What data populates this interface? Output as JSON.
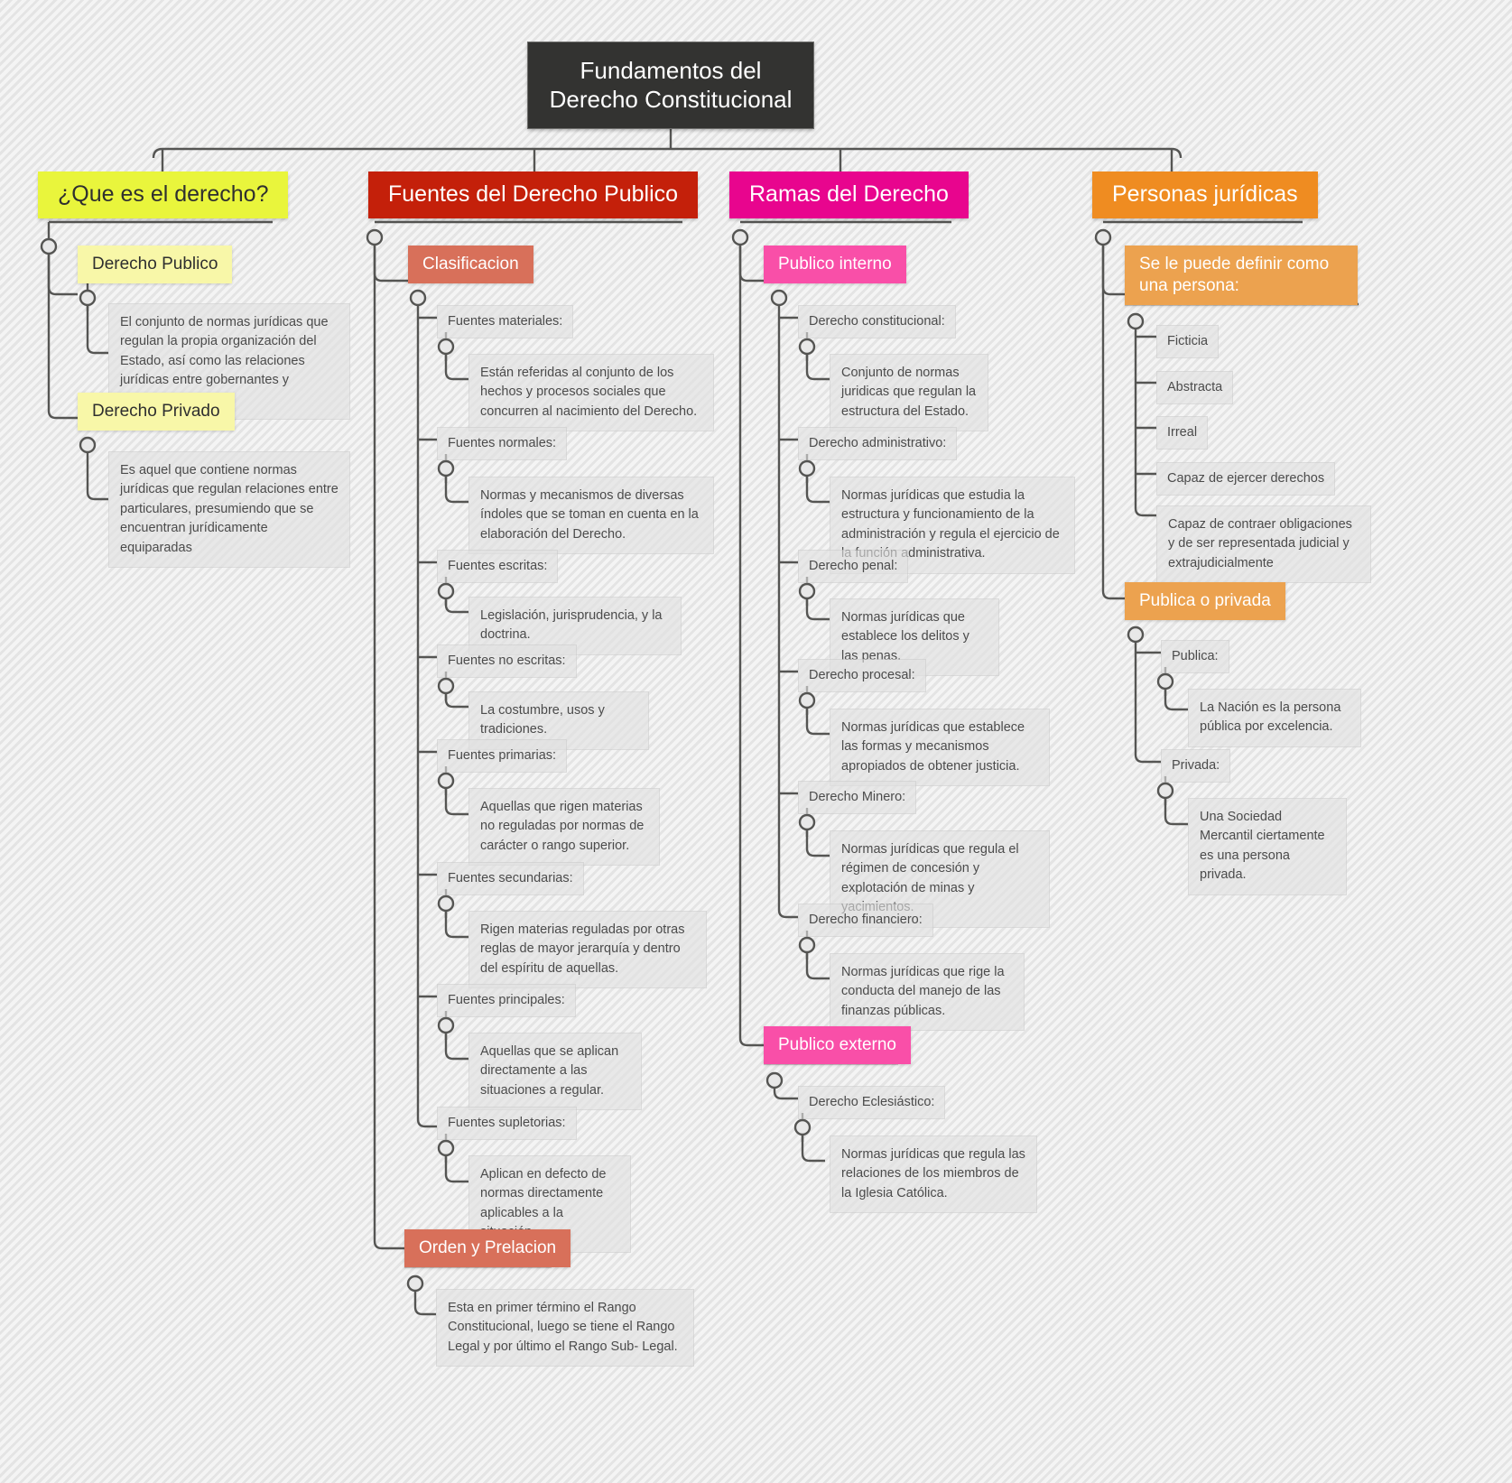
{
  "meta": {
    "title": "Fundamentos del Derecho Constitucional",
    "colors": {
      "root_bg": "#333331",
      "yellow": "#e9f53c",
      "yellow_light": "#f7f5a0",
      "red": "#c4200a",
      "red_light": "#d86a54",
      "magenta": "#e8058e",
      "magenta_light": "#f94fa8",
      "orange": "#ef8c21",
      "orange_light": "#eda košice"
    }
  },
  "root": {
    "label": "Fundamentos del Derecho Constitucional"
  },
  "branches": [
    {
      "id": "que-es-el-derecho",
      "label": "¿Que es el derecho?",
      "color": "#e9f53c",
      "text_color": "dark",
      "children": [
        {
          "label": "Derecho Publico",
          "color": "#f8f7a8",
          "text_color": "dark",
          "desc": "El conjunto de normas jurídicas que regulan la propia organización del Estado, así como las relaciones jurídicas entre gobernantes y gobernados."
        },
        {
          "label": "Derecho Privado",
          "color": "#f8f7a8",
          "text_color": "dark",
          "desc": "Es aquel que contiene normas jurídicas que regulan relaciones entre particulares, presumiendo que se encuentran jurídicamente equiparadas"
        }
      ]
    },
    {
      "id": "fuentes-del-derecho-publico",
      "label": "Fuentes del Derecho Publico",
      "color": "#c4200a",
      "text_color": "light",
      "groups": [
        {
          "label": "Clasificacion",
          "color": "#d8705a",
          "items": [
            {
              "label": "Fuentes materiales:",
              "desc": "Están referidas al conjunto de los hechos y procesos sociales que concurren al nacimiento del Derecho."
            },
            {
              "label": "Fuentes normales:",
              "desc": "Normas y mecanismos de diversas índoles que se toman en cuenta en la elaboración del Derecho."
            },
            {
              "label": "Fuentes escritas:",
              "desc": "Legislación, jurisprudencia, y la doctrina."
            },
            {
              "label": "Fuentes no escritas:",
              "desc": "La costumbre, usos y tradiciones."
            },
            {
              "label": "Fuentes primarias:",
              "desc": "Aquellas que rigen materias no reguladas por normas de carácter o rango superior."
            },
            {
              "label": "Fuentes secundarias:",
              "desc": "Rigen materias reguladas por otras reglas de mayor jerarquía y dentro del espíritu de aquellas."
            },
            {
              "label": "Fuentes principales:",
              "desc": "Aquellas que se aplican directamente a las situaciones a regular."
            },
            {
              "label": "Fuentes supletorias:",
              "desc": "Aplican en defecto de normas directamente aplicables a la situación."
            }
          ]
        },
        {
          "label": "Orden y Prelacion",
          "color": "#d8705a",
          "items": [
            {
              "label": null,
              "desc": "Esta en primer término el Rango Constitucional, luego se tiene el Rango Legal y por último el Rango Sub- Legal."
            }
          ]
        }
      ]
    },
    {
      "id": "ramas-del-derecho",
      "label": "Ramas del Derecho",
      "color": "#e8058e",
      "text_color": "light",
      "groups": [
        {
          "label": "Publico interno",
          "color": "#f94fa8",
          "items": [
            {
              "label": "Derecho constitucional:",
              "desc": "Conjunto de normas juridicas que regulan la estructura del Estado."
            },
            {
              "label": "Derecho administrativo:",
              "desc": "Normas jurídicas que estudia la estructura y funcionamiento de la administración y regula el ejercicio de la función administrativa."
            },
            {
              "label": "Derecho penal:",
              "desc": "Normas jurídicas que establece los delitos y las penas."
            },
            {
              "label": "Derecho procesal:",
              "desc": "Normas jurídicas que establece las formas y mecanismos apropiados de obtener justicia."
            },
            {
              "label": "Derecho Minero:",
              "desc": "Normas jurídicas que regula el régimen de concesión y explotación de minas y yacimientos."
            },
            {
              "label": "Derecho financiero:",
              "desc": "Normas jurídicas que rige la conducta del manejo de las finanzas públicas."
            }
          ]
        },
        {
          "label": "Publico externo",
          "color": "#f94fa8",
          "items": [
            {
              "label": "Derecho Eclesiástico:",
              "desc": "Normas jurídicas que regula las relaciones de los miembros de la Iglesia Católica."
            }
          ]
        }
      ]
    },
    {
      "id": "personas-juridicas",
      "label": "Personas jurídicas",
      "color": "#ef8c21",
      "text_color": "light",
      "groups": [
        {
          "label": "Se le puede definir como una persona:",
          "color": "#eda council",
          "items": [
            {
              "label": "Ficticia",
              "desc": null
            },
            {
              "label": "Abstracta",
              "desc": null
            },
            {
              "label": "Irreal",
              "desc": null
            },
            {
              "label": "Capaz de ejercer derechos",
              "desc": null
            },
            {
              "label": "Capaz de contraer obligaciones y de ser representada judicial y extrajudicialmente",
              "desc": null
            }
          ]
        },
        {
          "label": "Publica o privada",
          "color": "#eda council",
          "items": [
            {
              "label": "Publica:",
              "desc": "La Nación es la persona pública por excelencia."
            },
            {
              "label": "Privada:",
              "desc": "Una Sociedad Mercantil ciertamente es una persona privada."
            }
          ]
        }
      ]
    }
  ]
}
